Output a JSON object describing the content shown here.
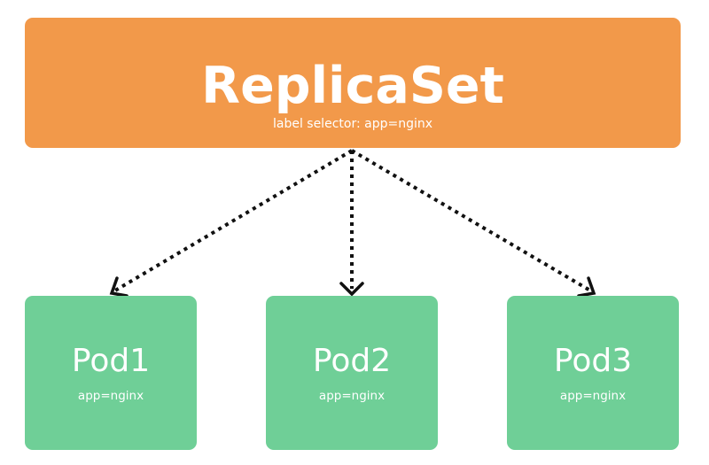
{
  "replicaset": {
    "title": "ReplicaSet",
    "selector": "label selector: app=nginx",
    "color": "#f2994a"
  },
  "pods": [
    {
      "name": "Pod1",
      "label": "app=nginx"
    },
    {
      "name": "Pod2",
      "label": "app=nginx"
    },
    {
      "name": "Pod3",
      "label": "app=nginx"
    }
  ],
  "pod_color": "#6fcf97",
  "connections": [
    {
      "from": "ReplicaSet",
      "to": "Pod1",
      "style": "dotted-arrow"
    },
    {
      "from": "ReplicaSet",
      "to": "Pod2",
      "style": "dotted-arrow"
    },
    {
      "from": "ReplicaSet",
      "to": "Pod3",
      "style": "dotted-arrow"
    }
  ]
}
